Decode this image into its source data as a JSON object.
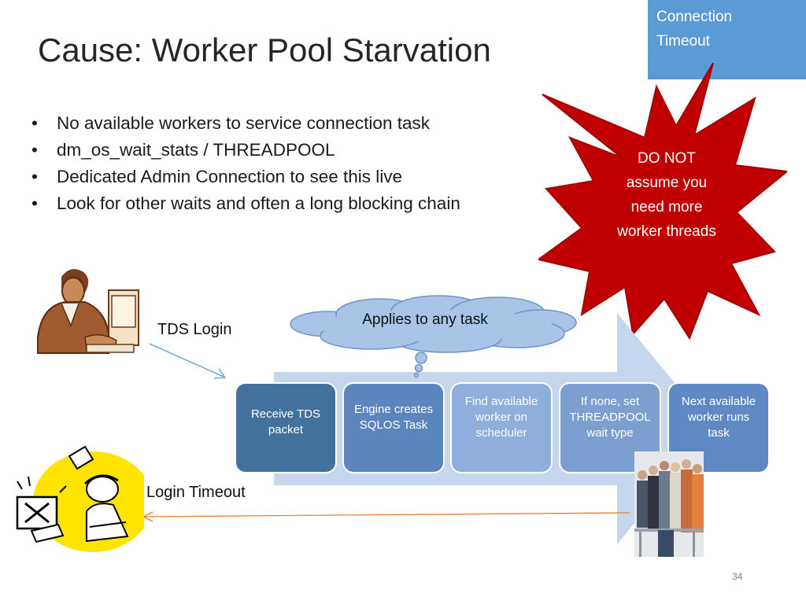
{
  "slide": {
    "title": "Cause: Worker Pool Starvation",
    "tag": {
      "line1": "Connection",
      "line2": "Timeout",
      "color": "#5b9bd5"
    },
    "bullets": [
      "No available workers to service connection task",
      "dm_os_wait_stats / THREADPOOL",
      "Dedicated Admin Connection to see this live",
      "Look for other waits and often a long blocking chain"
    ],
    "callout": {
      "lines": [
        "DO NOT",
        "assume you",
        "need more",
        "worker threads"
      ],
      "color": "#c00000"
    },
    "cloud_text": "Applies to any task",
    "labels": {
      "tds_login": "TDS Login",
      "login_timeout": "Login Timeout"
    },
    "steps": [
      "Receive TDS packet",
      "Engine creates SQLOS Task",
      "Find available worker on scheduler",
      "If none, set THREADPOOL wait type",
      "Next available worker runs task"
    ],
    "page_number": "34",
    "icons": [
      "person-at-computer-icon",
      "angry-user-with-broken-computer-icon",
      "queue-of-people-photo"
    ]
  }
}
